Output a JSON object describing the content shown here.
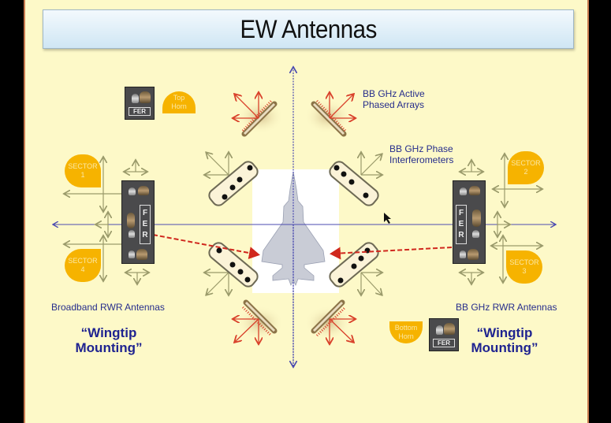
{
  "title": "EW Antennas",
  "labels": {
    "active_arrays": [
      "BB GHz Active",
      "Phased Arrays"
    ],
    "interferometers": [
      "BB GHz Phase",
      "Interferometers"
    ],
    "broadband_rwr": "Broadband RWR Antennas",
    "bb_ghz_rwr": "BB GHz RWR Antennas",
    "wingtip_left": [
      "“Wingtip",
      "Mounting”"
    ],
    "wingtip_right": [
      "“Wingtip",
      "Mounting”"
    ]
  },
  "sectors": [
    {
      "line1": "SECTOR",
      "line2": "1"
    },
    {
      "line1": "SECTOR",
      "line2": "2"
    },
    {
      "line1": "SECTOR",
      "line2": "3"
    },
    {
      "line1": "SECTOR",
      "line2": "4"
    }
  ],
  "horns": {
    "top": [
      "Top",
      "Horn"
    ],
    "bottom": [
      "Bottom",
      "Horn"
    ]
  },
  "fer": {
    "small_label": "FER",
    "vertical_letters": [
      "F",
      "E",
      "R"
    ]
  },
  "colors": {
    "slide_bg": "#fdf9c8",
    "label_blue": "#262d8c",
    "sector_orange": "#f6b300",
    "axis_blue": "#4b4bb0",
    "arrow_red": "#d9412b",
    "direction_olive": "#9a9a6a",
    "signal_red": "#d0281e"
  }
}
